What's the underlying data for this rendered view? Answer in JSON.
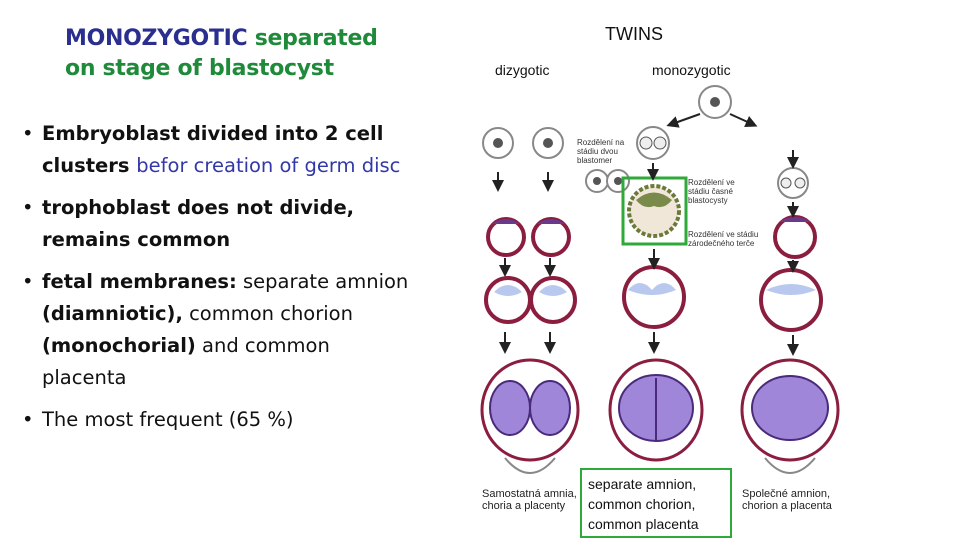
{
  "title": {
    "part1": "MONOZYGOTIC",
    "part2": "separated",
    "line2": "on stage of  blastocyst"
  },
  "bullets": [
    {
      "text1": "Embryoblast divided into 2 cell clusters ",
      "text2": "befor creation of germ disc"
    },
    {
      "text": "trophoblast does not divide, remains common"
    },
    {
      "bold1": "fetal membranes:",
      "text1": " separate amnion ",
      "bold2": "(diamniotic),",
      "text2": " common chorion ",
      "bold3": "(monochorial)",
      "text3": " and common placenta"
    },
    {
      "text": "The most frequent (65 %)"
    }
  ],
  "figure": {
    "heading": "TWINS",
    "col_left": "dizygotic",
    "col_right": "monozygotic",
    "note1": "Rozdělení na stádiu dvou blastomer",
    "note2": "Rozdělení ve stádiu časné blastocysty",
    "note3": "Rozdělení ve stádiu zárodečného terče",
    "caption_left": "Samostatná amnia, choria a placenty",
    "caption_right": "Společné amnion, chorion a placenta",
    "callout": "separate amnion, common chorion, common placenta",
    "highlight_color": "#2faa3a"
  }
}
